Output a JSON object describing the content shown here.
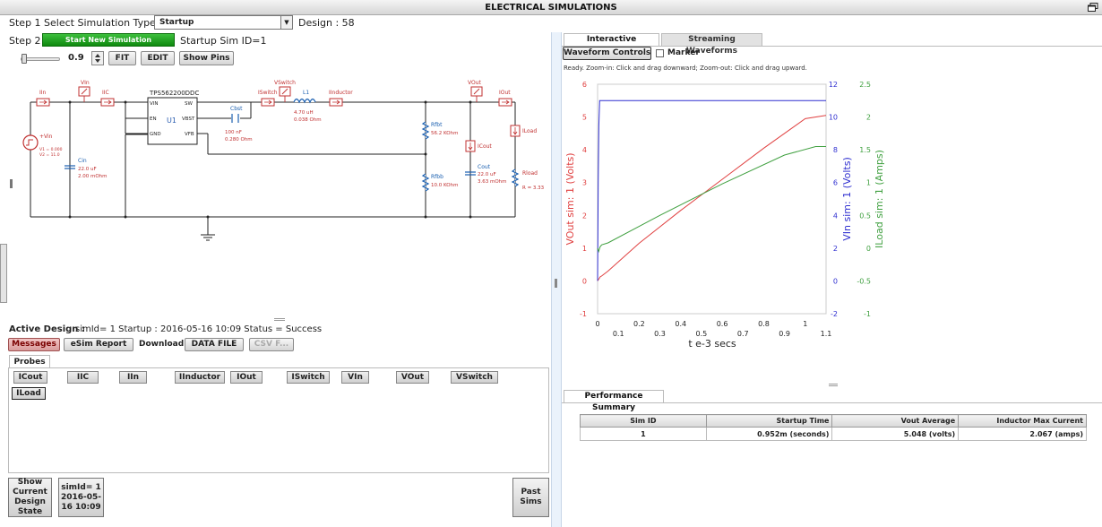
{
  "app": {
    "title": "ELECTRICAL SIMULATIONS"
  },
  "step1": {
    "label": "Step 1 Select Simulation Type",
    "selected": "Startup",
    "design": "Design : 58"
  },
  "step2": {
    "label": "Step 2",
    "start_button": "Start New Simulation",
    "sim_id": "Startup Sim ID=1"
  },
  "toolbar": {
    "zoom": "0.9",
    "fit": "FIT",
    "edit": "EDIT",
    "show_pins": "Show Pins"
  },
  "schematic": {
    "chip_name": "TPS562200DDC",
    "chip_ref": "U1",
    "pins_left": [
      "VIN",
      "EN",
      "GND"
    ],
    "pins_right": [
      "SW",
      "VBST",
      "VFB"
    ],
    "probes": {
      "iin": "IIn",
      "vin": "VIn",
      "iic": "IIC",
      "iswitch": "ISwitch",
      "vswitch": "VSwitch",
      "iinductor": "IInductor",
      "vout": "VOut",
      "iout": "IOut",
      "icout": "ICout",
      "iload": "ILoad"
    },
    "vin_src": {
      "label": "+Vin",
      "v1": "V1 = 0.000",
      "v2": "V2 = 11.0"
    },
    "cin": {
      "name": "Cin",
      "value": "22.0 uF",
      "esr": "2.00 mOhm"
    },
    "cbst": {
      "name": "Cbst",
      "value": "100 nF",
      "esr": "0.280 Ohm"
    },
    "l1": {
      "name": "L1",
      "value": "4.70 uH",
      "dcr": "0.038 Ohm"
    },
    "rfbt": {
      "name": "Rfbt",
      "value": "56.2 KOhm"
    },
    "rfbb": {
      "name": "Rfbb",
      "value": "10.0 KOhm"
    },
    "cout": {
      "name": "Cout",
      "value": "22.0 uF",
      "esr": "3.63 mOhm"
    },
    "rload": {
      "name": "Rload",
      "value": "R = 3.33"
    }
  },
  "active_design": {
    "label": "Active Design :",
    "info": "simId= 1 Startup : 2016-05-16 10:09 Status = Success"
  },
  "actions": {
    "messages": "Messages",
    "esim_report": "eSim Report",
    "download": "Download:",
    "data_file": "DATA FILE",
    "csv": "CSV F..."
  },
  "probes_panel": {
    "tab": "Probes",
    "items": [
      "ICout",
      "IIC",
      "IIn",
      "IInductor",
      "IOut",
      "ISwitch",
      "VIn",
      "VOut",
      "VSwitch",
      "ILoad"
    ]
  },
  "bottom": {
    "show_state": "Show Current Design State",
    "sim_chip": "simId= 1 2016-05-16 10:09",
    "past_sims": "Past Sims"
  },
  "right": {
    "tabs": [
      "Interactive Waveform",
      "Streaming Waveforms"
    ],
    "waveform_controls": "Waveform Controls",
    "marker": "Marker",
    "status": "Ready.  Zoom-in: Click and drag downward; Zoom-out: Click and drag upward.",
    "perf_tab": "Performance Summary"
  },
  "colors": {
    "vout": "#e04040",
    "vin": "#2f2fd0",
    "iload": "#40a040",
    "green_btn": "#1a9a1a"
  },
  "chart_data": {
    "type": "line",
    "xlabel": "t e-3 secs",
    "x_ticks_top": [
      "0",
      "0.2",
      "0.4",
      "0.6",
      "0.8",
      "1"
    ],
    "x_ticks_bottom": [
      "0.1",
      "0.3",
      "0.5",
      "0.7",
      "0.9",
      "1.1"
    ],
    "xlim": [
      0,
      1.1
    ],
    "axes": [
      {
        "ylabel": "VOut sim:  1 (Volts)",
        "ylim": [
          -1,
          6
        ],
        "ticks": [
          "6",
          "5",
          "4",
          "3",
          "2",
          "1",
          "0",
          "-1"
        ],
        "color": "#e04040"
      },
      {
        "ylabel": "VIn sim:  1 (Volts)",
        "ylim": [
          -2,
          12
        ],
        "ticks": [
          "12",
          "10",
          "8",
          "6",
          "4",
          "2",
          "0",
          "-2"
        ],
        "color": "#2f2fd0"
      },
      {
        "ylabel": "ILoad sim:  1 (Amps)",
        "ylim": [
          -1,
          2.5
        ],
        "ticks": [
          "2.5",
          "2",
          "1.5",
          "1",
          "0.5",
          "0",
          "-0.5",
          "-1"
        ],
        "color": "#40a040"
      }
    ],
    "series": [
      {
        "axis": 0,
        "color": "#e04040",
        "points": [
          [
            0,
            0
          ],
          [
            0.005,
            0.05
          ],
          [
            0.012,
            0.12
          ],
          [
            0.02,
            0.15
          ],
          [
            0.05,
            0.3
          ],
          [
            0.2,
            1.15
          ],
          [
            0.4,
            2.15
          ],
          [
            0.6,
            3.1
          ],
          [
            0.8,
            4.05
          ],
          [
            1.0,
            4.95
          ],
          [
            1.1,
            5.05
          ]
        ]
      },
      {
        "axis": 1,
        "color": "#2f2fd0",
        "points": [
          [
            0,
            0
          ],
          [
            0.003,
            6
          ],
          [
            0.006,
            9.5
          ],
          [
            0.01,
            11
          ],
          [
            0.4,
            11
          ],
          [
            0.8,
            11
          ],
          [
            1.1,
            11
          ]
        ]
      },
      {
        "axis": 2,
        "color": "#40a040",
        "points": [
          [
            0,
            0
          ],
          [
            0.005,
            -0.05
          ],
          [
            0.012,
            0.02
          ],
          [
            0.02,
            0.05
          ],
          [
            0.05,
            0.08
          ],
          [
            0.3,
            0.5
          ],
          [
            0.6,
            0.98
          ],
          [
            0.9,
            1.42
          ],
          [
            1.05,
            1.55
          ],
          [
            1.1,
            1.55
          ]
        ]
      }
    ]
  },
  "perf_table": {
    "headers": [
      "Sim ID",
      "Startup Time",
      "Vout Average",
      "Inductor Max Current"
    ],
    "rows": [
      [
        "1",
        "0.952m (seconds)",
        "5.048 (volts)",
        "2.067 (amps)"
      ]
    ]
  }
}
